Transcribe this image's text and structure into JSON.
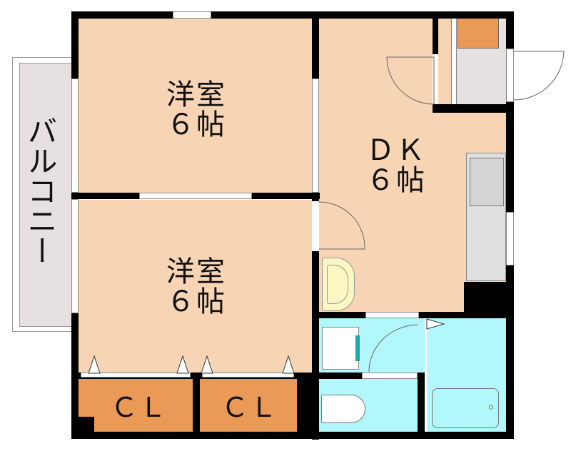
{
  "floorplan": {
    "rooms": [
      {
        "id": "western-room-1",
        "name": "洋室",
        "size": "6帖",
        "line1": "洋室",
        "line2": "６帖"
      },
      {
        "id": "western-room-2",
        "name": "洋室",
        "size": "6帖",
        "line1": "洋室",
        "line2": "６帖"
      },
      {
        "id": "dining-kitchen",
        "name": "DK",
        "size": "6帖",
        "line1": "ＤＫ",
        "line2": "６帖"
      },
      {
        "id": "closet-1",
        "name": "CL",
        "line1": "ＣＬ"
      },
      {
        "id": "closet-2",
        "name": "CL",
        "line1": "ＣＬ"
      }
    ],
    "balcony": {
      "label": "バルコニー"
    },
    "colors": {
      "room_floor": "#f7d5b4",
      "closet": "#eb9957",
      "wet_area": "#b1f7fb",
      "balcony": "#e7e0e1",
      "wall": "#000000",
      "toilet_sink": "#fbf7c4"
    }
  }
}
